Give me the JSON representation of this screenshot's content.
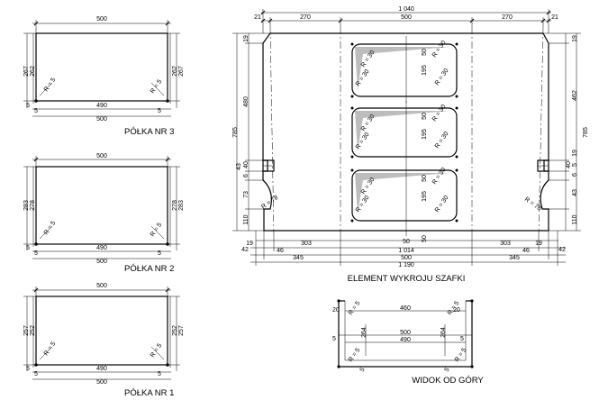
{
  "shelves": [
    {
      "caption": "PÓŁKA NR 3",
      "top_width": "500",
      "inner_width": "490",
      "bottom_width": "500",
      "left_outer": "267",
      "left_inner": "262",
      "right_inner": "262",
      "right_outer": "267",
      "radius_left": "R = 5",
      "radius_right": "R = 5",
      "offset_left_a": "5",
      "offset_left_b": "5",
      "offset_right": "5"
    },
    {
      "caption": "PÓŁKA NR 2",
      "top_width": "500",
      "inner_width": "490",
      "bottom_width": "500",
      "left_outer": "283",
      "left_inner": "278",
      "right_inner": "278",
      "right_outer": "283",
      "radius_left": "R = 5",
      "radius_right": "R = 5",
      "offset_left_a": "5",
      "offset_left_b": "5",
      "offset_right": "5"
    },
    {
      "caption": "PÓŁKA NR 1",
      "top_width": "500",
      "inner_width": "490",
      "bottom_width": "500",
      "left_outer": "257",
      "left_inner": "252",
      "right_inner": "252",
      "right_outer": "257",
      "radius_left": "R = 5",
      "radius_right": "R = 5",
      "offset_left_a": "5",
      "offset_left_b": "5",
      "offset_right": "5"
    }
  ],
  "element": {
    "caption": "ELEMENT WYKROJU SZAFKI",
    "top_total": "1 040",
    "top_segments": [
      "21",
      "270",
      "500",
      "270",
      "21"
    ],
    "bottom_seg_a": [
      "19",
      "303",
      "50",
      "303",
      "19"
    ],
    "bottom_seg_b": [
      "42",
      "46",
      "1 014",
      "46",
      "42"
    ],
    "bottom_seg_c": [
      "345",
      "500",
      "345"
    ],
    "bottom_total": "1 190",
    "left_dims": [
      "19",
      "480",
      "43",
      "40",
      "6",
      "73",
      "110"
    ],
    "left_total": "785",
    "right_dims": [
      "19",
      "462",
      "19",
      "40",
      "5",
      "6",
      "43",
      "110"
    ],
    "right_total": "785",
    "window_heights": [
      "195",
      "195",
      "195"
    ],
    "window_gaps": [
      "50",
      "50",
      "50",
      "50"
    ],
    "window_radius": "R = 30",
    "side_radius": "R = 78"
  },
  "top_view": {
    "caption": "WIDOK OD GÓRY",
    "top_width": "460",
    "mid_width": "500",
    "inner_width": "490",
    "left_top": "20",
    "right_top": "20",
    "depth_left": "264",
    "depth_right": "264",
    "side_left": "5",
    "side_right": "5",
    "bottom_left": "5",
    "bottom_right": "5",
    "radius": "R = 5"
  }
}
